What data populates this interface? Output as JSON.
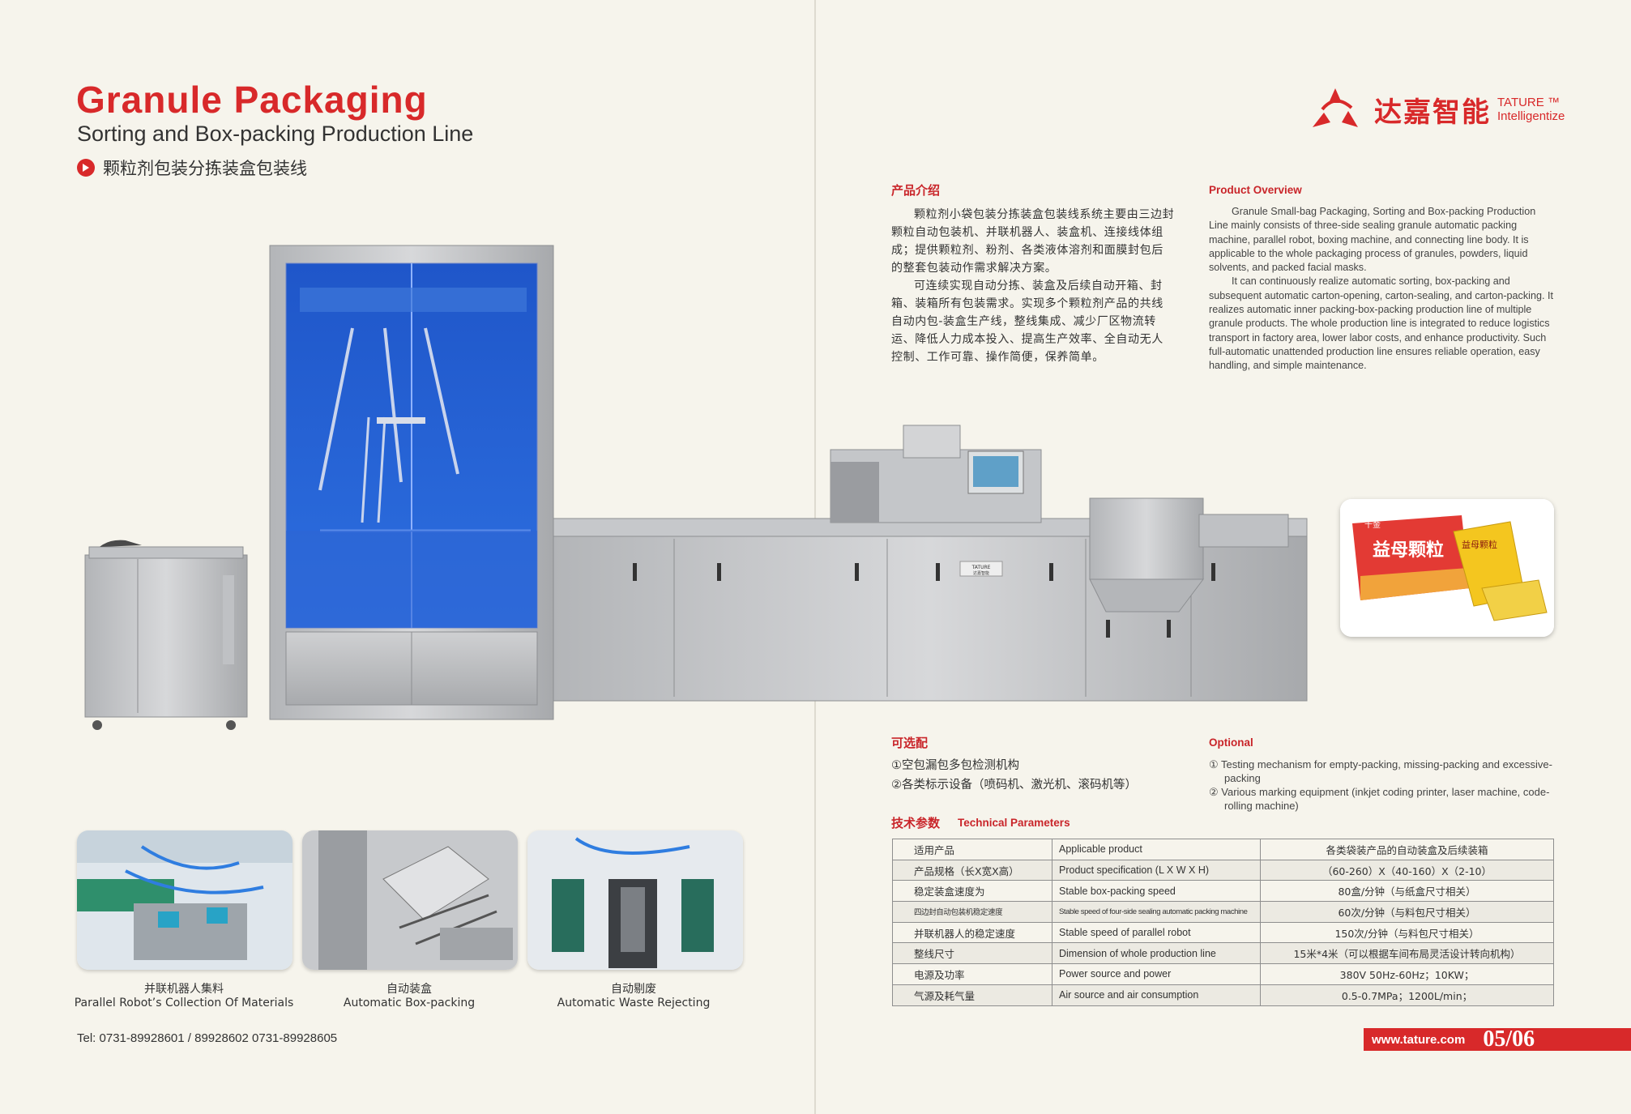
{
  "left": {
    "title": "Granule Packaging",
    "subtitle": "Sorting and Box-packing Production Line",
    "cn_subtitle": "颗粒剂包装分拣装盒包装线",
    "machine_brand": "TATURE",
    "machine_brand_cn": "达嘉智能",
    "thumbnails": [
      {
        "cn": "并联机器人集料",
        "en": "Parallel Robot’s Collection Of Materials"
      },
      {
        "cn": "自动装盒",
        "en": "Automatic Box-packing"
      },
      {
        "cn": "自动剔废",
        "en": "Automatic Waste Rejecting"
      }
    ],
    "phone": "Tel:  0731-89928601 / 89928602   0731-89928605"
  },
  "logo": {
    "cn": "达嘉智能",
    "en_top": "TATURE ™",
    "en_bottom": "Intelligentize"
  },
  "intro": {
    "cn_heading": "产品介绍",
    "cn_p1": "颗粒剂小袋包装分拣装盒包装线系统主要由三边封颗粒自动包装机、并联机器人、装盒机、连接线体组成；提供颗粒剂、粉剂、各类液体溶剂和面膜封包后的整套包装动作需求解决方案。",
    "cn_p2": "可连续实现自动分拣、装盒及后续自动开箱、封箱、装箱所有包装需求。实现多个颗粒剂产品的共线自动内包-装盒生产线，整线集成、减少厂区物流转运、降低人力成本投入、提高生产效率、全自动无人控制、工作可靠、操作简便，保养简单。",
    "en_heading": "Product Overview",
    "en_p1": "Granule Small-bag Packaging, Sorting and Box-packing Production Line mainly consists of three-side sealing granule automatic packing machine, parallel robot, boxing machine, and connecting line body. It is applicable to the whole packaging process of granules, powders, liquid solvents, and packed facial masks.",
    "en_p2": "It can continuously realize automatic sorting, box-packing and subsequent automatic carton-opening, carton-sealing, and carton-packing. It realizes automatic inner packing-box-packing production line of multiple granule products. The whole production line is integrated to reduce logistics transport in factory area, lower labor costs, and enhance productivity. Such full-automatic unattended production line ensures reliable operation, easy handling, and simple maintenance."
  },
  "product_box": {
    "brand": "千金",
    "name": "益母颗粒",
    "pack_label": "益母颗粒"
  },
  "optional": {
    "cn_heading": "可选配",
    "cn_items": [
      "①空包漏包多包检测机构",
      "②各类标示设备（喷码机、激光机、滚码机等）"
    ],
    "en_heading": "Optional",
    "en_items": [
      "① Testing mechanism for empty-packing, missing-packing and excessive-packing",
      "② Various marking equipment (inkjet coding printer, laser machine, code-rolling machine)"
    ]
  },
  "params": {
    "cn_heading": "技术参数",
    "en_heading": "Technical Parameters",
    "rows": [
      {
        "cn": "适用产品",
        "en": "Applicable product",
        "value": "各类袋装产品的自动装盒及后续装箱"
      },
      {
        "cn": "产品规格（长X宽X高）",
        "en": "Product specification (L X W X H)",
        "value": "（60-260）X（40-160）X（2-10）"
      },
      {
        "cn": "稳定装盒速度为",
        "en": "Stable box-packing speed",
        "value": "80盒/分钟（与纸盒尺寸相关）"
      },
      {
        "cn": "四边封自动包装机稳定速度",
        "en": "Stable speed of four-side sealing automatic packing machine",
        "value": "60次/分钟（与料包尺寸相关）"
      },
      {
        "cn": "并联机器人的稳定速度",
        "en": "Stable speed of parallel robot",
        "value": "150次/分钟（与料包尺寸相关）"
      },
      {
        "cn": "整线尺寸",
        "en": "Dimension of whole production line",
        "value": "15米*4米（可以根据车间布局灵活设计转向机构）"
      },
      {
        "cn": "电源及功率",
        "en": "Power source and power",
        "value": "380V 50Hz-60Hz；10KW；"
      },
      {
        "cn": "气源及耗气量",
        "en": "Air source and air consumption",
        "value": "0.5-0.7MPa；1200L/min；"
      }
    ]
  },
  "footer": {
    "site": "www.tature.com",
    "pages": "05/06"
  },
  "colors": {
    "accent": "#d8292a",
    "background": "#f6f4ec"
  }
}
